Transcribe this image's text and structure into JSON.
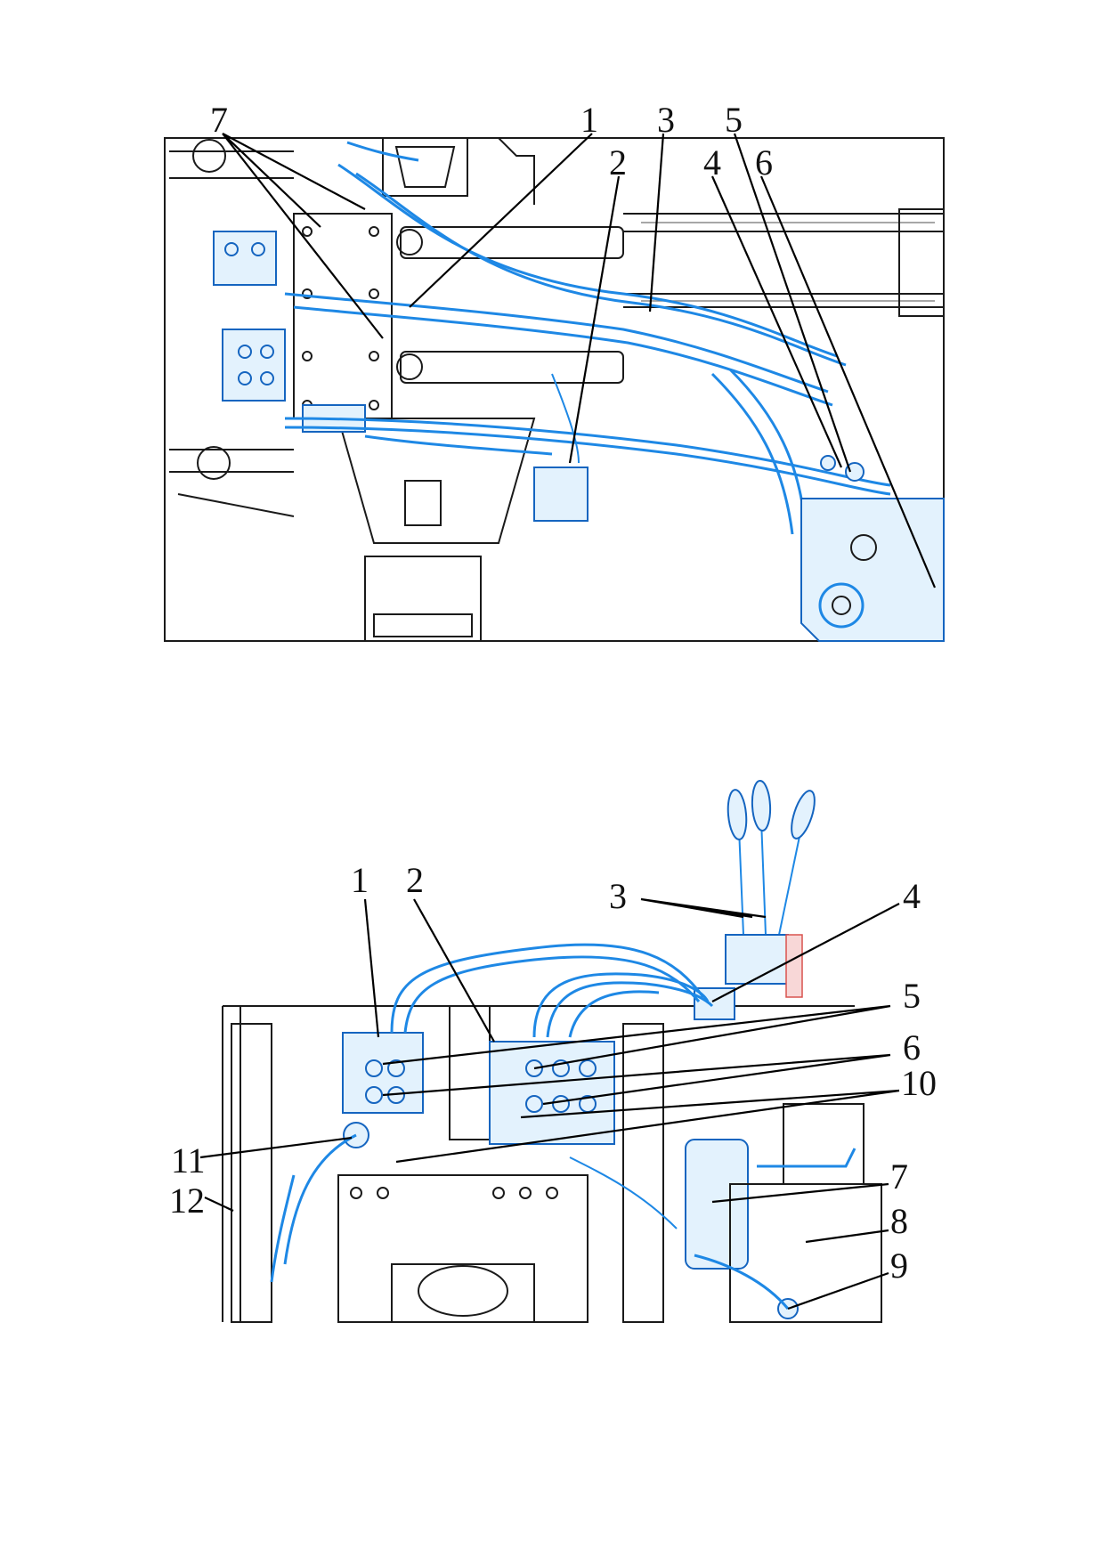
{
  "colors": {
    "accent": "#1e88e5",
    "line": "#1a1a1a",
    "hatch": "#d9534f"
  },
  "diagram_top": {
    "callouts": [
      "1",
      "2",
      "3",
      "4",
      "5",
      "6",
      "7"
    ]
  },
  "diagram_bottom": {
    "callouts": [
      "1",
      "2",
      "3",
      "4",
      "5",
      "6",
      "7",
      "8",
      "9",
      "10",
      "11",
      "12"
    ]
  }
}
